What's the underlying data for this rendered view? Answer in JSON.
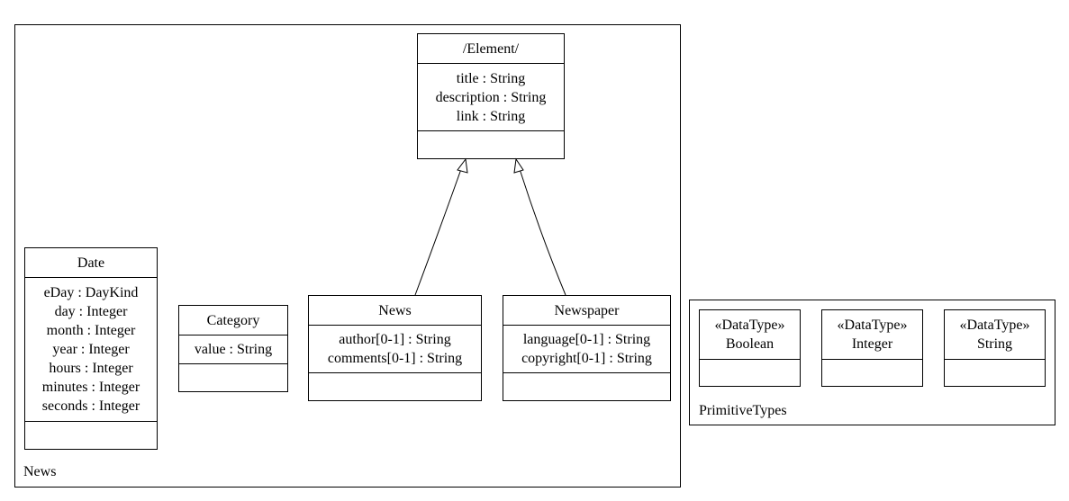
{
  "packages": {
    "news": {
      "label": "News"
    },
    "primitive_types": {
      "label": "PrimitiveTypes"
    }
  },
  "classes": {
    "element": {
      "name": "/Element/",
      "attributes": [
        "title : String",
        "description : String",
        "link : String"
      ]
    },
    "date": {
      "name": "Date",
      "attributes": [
        "eDay : DayKind",
        "day : Integer",
        "month : Integer",
        "year : Integer",
        "hours : Integer",
        "minutes : Integer",
        "seconds : Integer"
      ]
    },
    "category": {
      "name": "Category",
      "attributes": [
        "value : String"
      ]
    },
    "news": {
      "name": "News",
      "attributes": [
        "author[0-1] : String",
        "comments[0-1] : String"
      ]
    },
    "newspaper": {
      "name": "Newspaper",
      "attributes": [
        "language[0-1] : String",
        "copyright[0-1] : String"
      ]
    },
    "boolean": {
      "stereotype": "«DataType»",
      "name": "Boolean"
    },
    "integer": {
      "stereotype": "«DataType»",
      "name": "Integer"
    },
    "string": {
      "stereotype": "«DataType»",
      "name": "String"
    }
  },
  "relations": [
    {
      "type": "generalization",
      "from": "News",
      "to": "/Element/"
    },
    {
      "type": "generalization",
      "from": "Newspaper",
      "to": "/Element/"
    }
  ]
}
